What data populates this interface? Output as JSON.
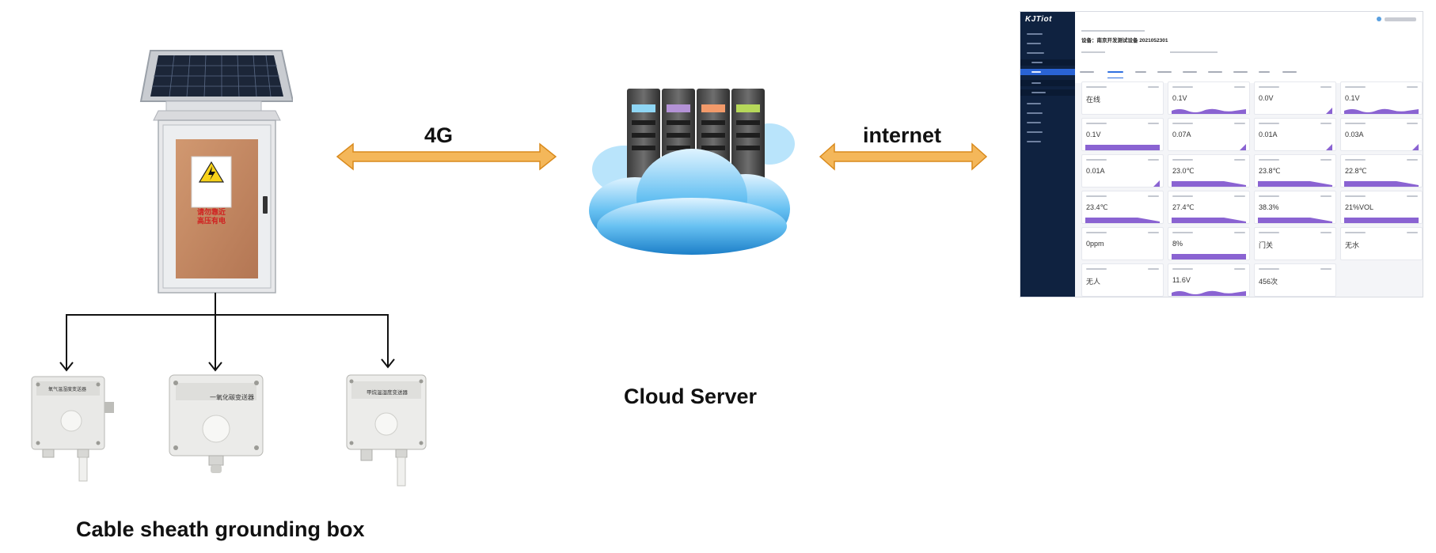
{
  "links": {
    "left_label": "4G",
    "right_label": "internet",
    "arrow_color": "#f4b75a",
    "arrow_stroke": "#d98a1c"
  },
  "captions": {
    "box": "Cable sheath grounding box",
    "server": "Cloud Server"
  },
  "grounding_box": {
    "warning_sign": [
      "请勿靠近",
      "高压有电"
    ]
  },
  "sensors": [
    {
      "label": "氧气温湿度变送器"
    },
    {
      "label": "一氧化碳变送器"
    },
    {
      "label": "甲烷温湿度变送器"
    }
  ],
  "dashboard": {
    "logo": "KJTiot",
    "title": "设备：南京开发测试设备 2021052301",
    "accent": "#8a63d2",
    "cards": [
      {
        "value": "在线",
        "chart": "none"
      },
      {
        "value": "0.1V",
        "chart": "wave"
      },
      {
        "value": "0.0V",
        "chart": "spike"
      },
      {
        "value": "0.1V",
        "chart": "wave"
      },
      {
        "value": "0.1V",
        "chart": "band"
      },
      {
        "value": "0.07A",
        "chart": "spike"
      },
      {
        "value": "0.01A",
        "chart": "spike"
      },
      {
        "value": "0.03A",
        "chart": "spike"
      },
      {
        "value": "0.01A",
        "chart": "spike"
      },
      {
        "value": "23.0℃",
        "chart": "slope"
      },
      {
        "value": "23.8℃",
        "chart": "slope"
      },
      {
        "value": "22.8℃",
        "chart": "slope"
      },
      {
        "value": "23.4℃",
        "chart": "slope"
      },
      {
        "value": "27.4℃",
        "chart": "slope"
      },
      {
        "value": "38.3%",
        "chart": "slope"
      },
      {
        "value": "21%VOL",
        "chart": "band"
      },
      {
        "value": "0ppm",
        "chart": "none"
      },
      {
        "value": "8%",
        "chart": "band"
      },
      {
        "value": "门关",
        "chart": "none"
      },
      {
        "value": "无水",
        "chart": "none"
      },
      {
        "value": "无人",
        "chart": "none"
      },
      {
        "value": "11.6V",
        "chart": "wave"
      },
      {
        "value": "456次",
        "chart": "none"
      }
    ]
  }
}
